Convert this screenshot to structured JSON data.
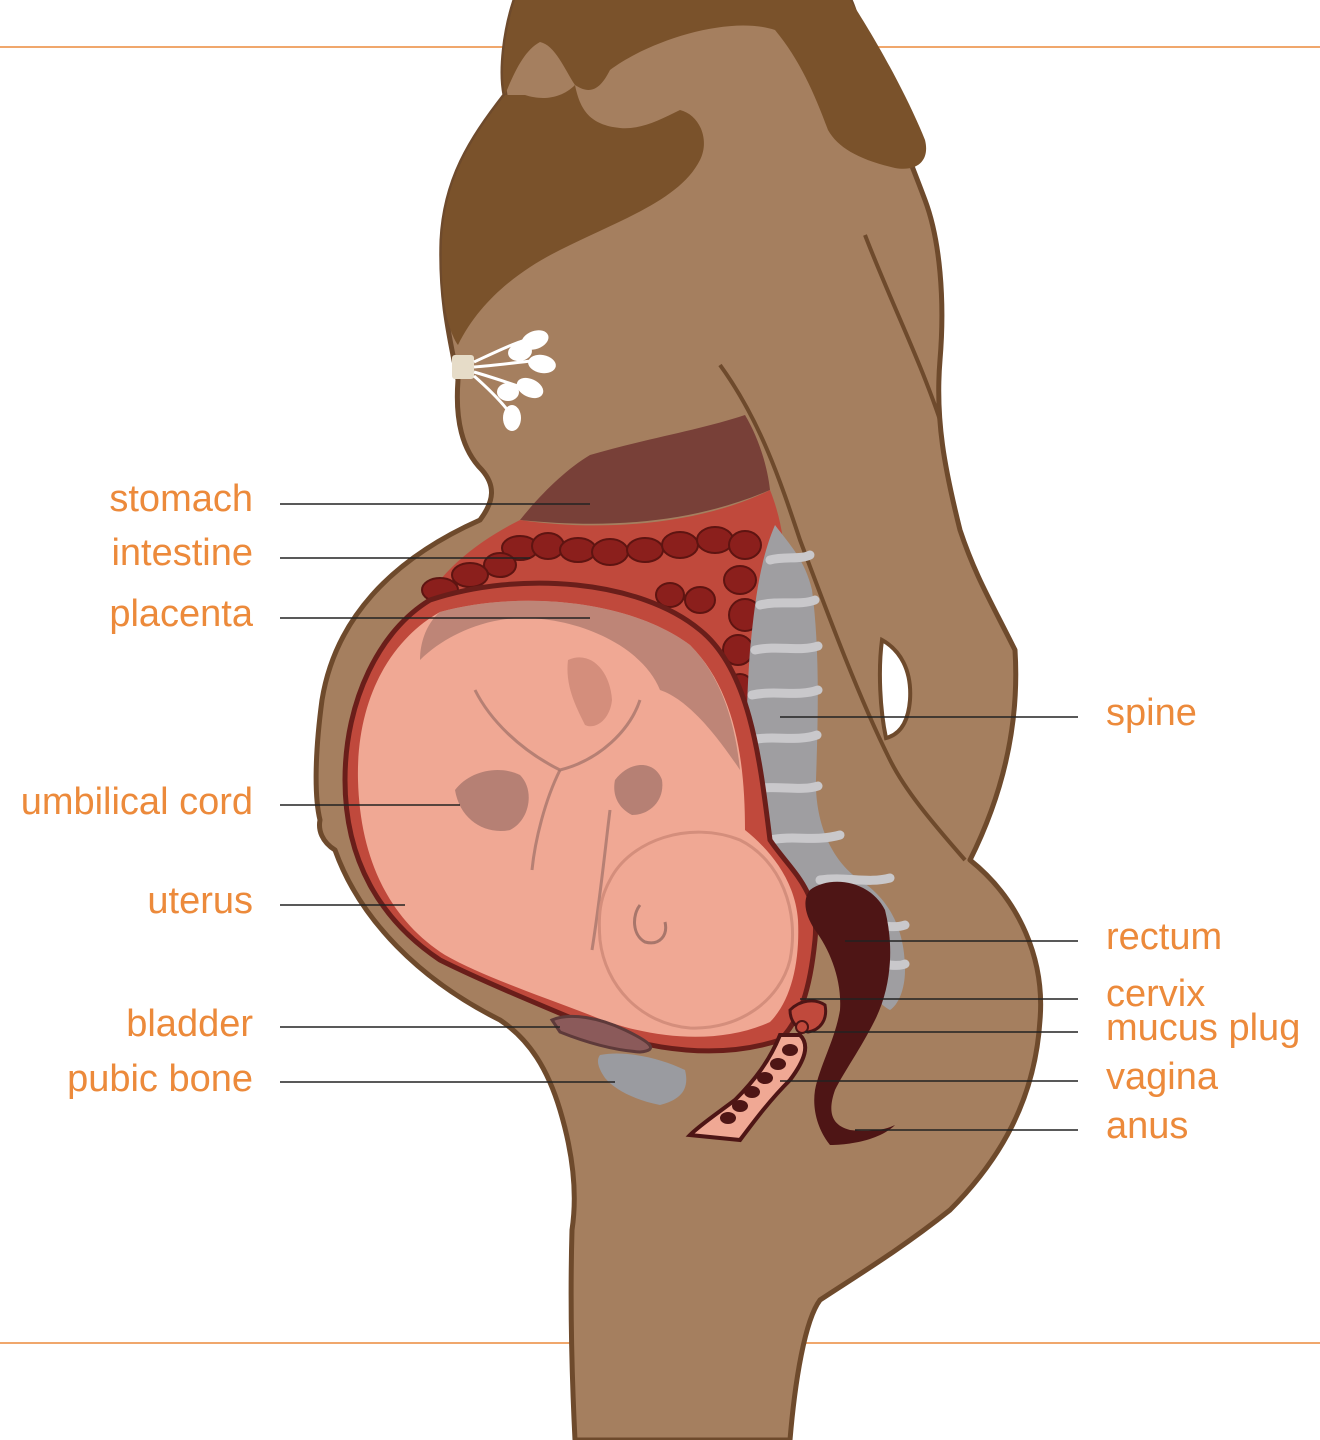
{
  "colors": {
    "label": "#EC8A3B",
    "rule": "#EC8A3B",
    "leader": "#222222",
    "skin": "#A57F5F",
    "skin_outline": "#6E4A2C",
    "hair": "#7A522B",
    "stomach": "#784038",
    "intestine": "#8B1F1C",
    "uterus_wall": "#C0493C",
    "uterus_outline": "#6A1E1A",
    "fetus": "#F0A894",
    "fetus_dark": "#D48E7C",
    "placenta_shadow": "#A8766B",
    "spine": "#9F9EA1",
    "spine_light": "#C9C8CB",
    "rectum": "#4E1515",
    "pubic_bone": "#9A9BA0",
    "vagina": "#F0A894",
    "breast_milk": "#FFFFFF"
  },
  "labels": {
    "left": {
      "stomach": "stomach",
      "intestine": "intestine",
      "placenta": "placenta",
      "umbilical_cord": "umbilical cord",
      "uterus": "uterus",
      "bladder": "bladder",
      "pubic_bone": "pubic bone"
    },
    "right": {
      "spine": "spine",
      "rectum": "rectum",
      "cervix": "cervix",
      "mucus_plug": "mucus plug",
      "vagina": "vagina",
      "anus": "anus"
    }
  }
}
